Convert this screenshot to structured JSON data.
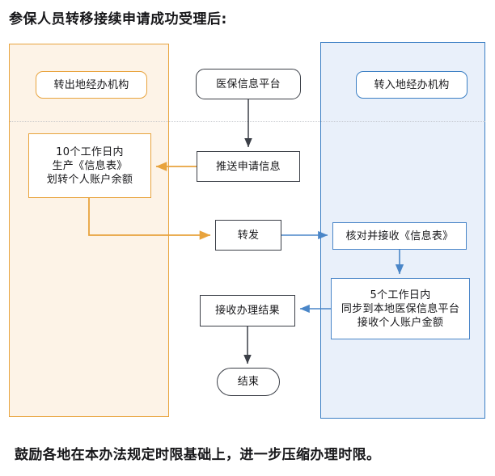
{
  "page": {
    "title": "参保人员转移接续申请成功受理后:",
    "footer_note": "鼓励各地在本办法规定时限基础上，进一步压缩办理时限。"
  },
  "colors": {
    "lane_out_fill": "#fdf3e7",
    "lane_out_border": "#e8a33d",
    "lane_in_fill": "#e9f0fa",
    "lane_in_border": "#3b7fc4",
    "node_border_dark": "#3b3f47",
    "arrow_orange": "#e8a33d",
    "arrow_blue": "#4a86c8",
    "arrow_dark": "#3b3f47",
    "text": "#17171a"
  },
  "lanes": [
    {
      "id": "transfer-out",
      "title": "转出地经办机构"
    },
    {
      "id": "transfer-in",
      "title": "转入地经办机构"
    }
  ],
  "nodes": {
    "out_head": {
      "label": "转出地经办机构",
      "shape": "rounded",
      "lane": "transfer-out"
    },
    "out_task": {
      "label": "10个工作日内\n生产《信息表》\n划转个人账户余额",
      "shape": "rect",
      "lane": "transfer-out"
    },
    "platform": {
      "label": "医保信息平台",
      "shape": "rounded",
      "lane": "center"
    },
    "push": {
      "label": "推送申请信息",
      "shape": "rect",
      "lane": "center"
    },
    "forward": {
      "label": "转发",
      "shape": "rect",
      "lane": "center"
    },
    "result": {
      "label": "接收办理结果",
      "shape": "rect",
      "lane": "center"
    },
    "end": {
      "label": "结束",
      "shape": "stadium",
      "lane": "center"
    },
    "in_head": {
      "label": "转入地经办机构",
      "shape": "rounded",
      "lane": "transfer-in"
    },
    "check": {
      "label": "核对并接收《信息表》",
      "shape": "rect",
      "lane": "transfer-in"
    },
    "in_task": {
      "label": "5个工作日内\n同步到本地医保信息平台\n接收个人账户金额",
      "shape": "rect",
      "lane": "transfer-in"
    }
  },
  "edges": [
    {
      "from": "platform",
      "to": "push",
      "color": "#3b3f47",
      "direction": "down"
    },
    {
      "from": "push",
      "to": "out_task",
      "color": "#e8a33d",
      "direction": "left"
    },
    {
      "from": "out_task",
      "to": "forward",
      "color": "#e8a33d",
      "direction": "down-right"
    },
    {
      "from": "forward",
      "to": "check",
      "color": "#4a86c8",
      "direction": "right"
    },
    {
      "from": "check",
      "to": "in_task",
      "color": "#4a86c8",
      "direction": "down"
    },
    {
      "from": "in_task",
      "to": "result",
      "color": "#4a86c8",
      "direction": "left"
    },
    {
      "from": "result",
      "to": "end",
      "color": "#3b3f47",
      "direction": "down"
    }
  ]
}
